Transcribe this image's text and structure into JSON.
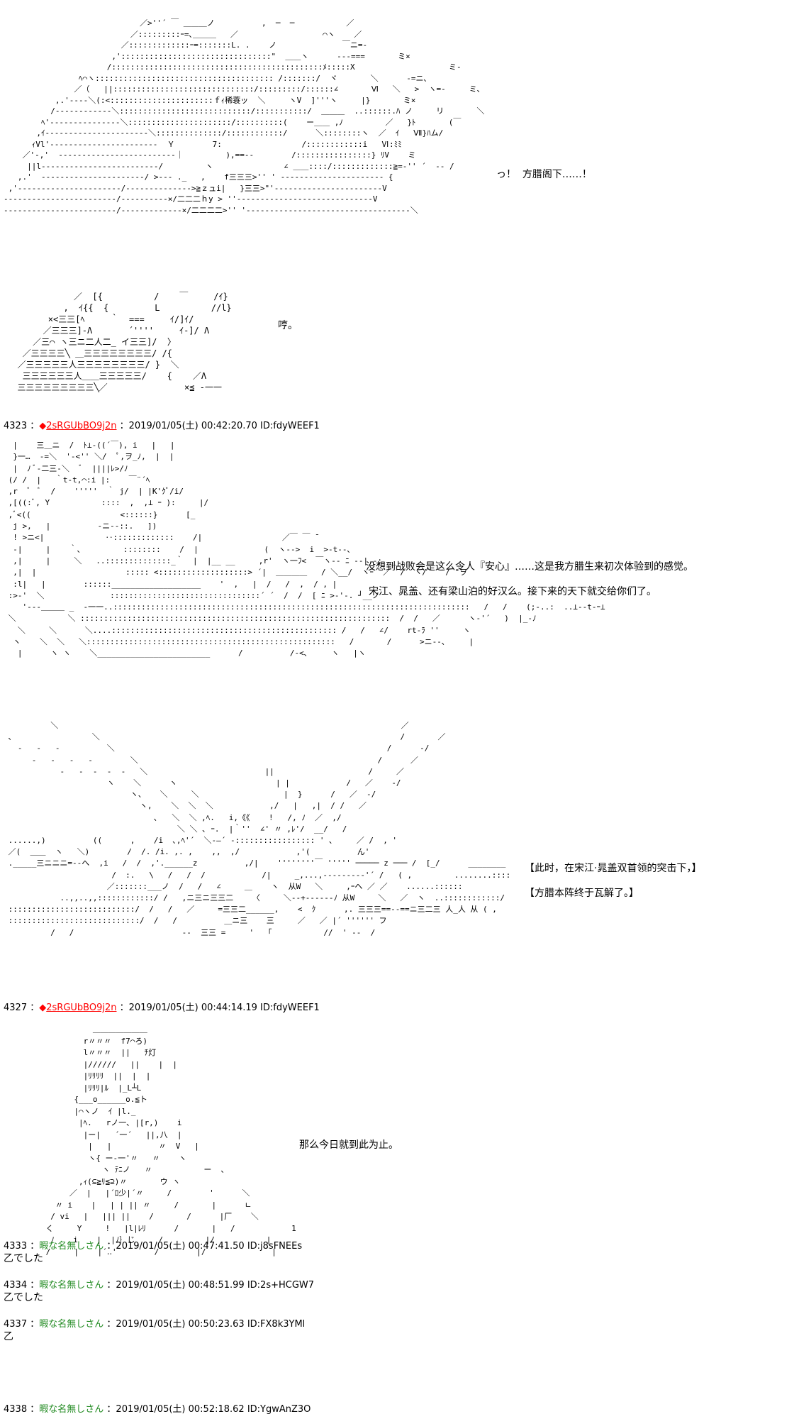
{
  "panel1": {
    "art": "                             ／>''´ ￣ ＿＿＿ノ          ,  ─  ─           ／\n                           ／:::::::::ｰ=､＿＿＿   ／                  ⌒ヽ    ／\n                         ／:::::::::::::ｰ=:::::::L. .    ノ              ￣ニ=-\n                       ,'::::::::::::::::::::::::::::::::\"  ＿＿ヽ      ---===       ミ×\n                      /:::::::::::::::::::::::::::::::::::::::::::::ﾒ:::::X                    ミ-\n                ﾍ⌒ヽ:::::::::::::::::::::::::::::::::::::: /:::::::/  ヾ       ＼      -=ニ､\n               ／（   ||::::::::::::::::::::::::::::::/:::::::::/::::::∠       Ⅵ   ＼   >  ヽ=-     ミ､\n           ,.'----＼(:<::::::::::::::::::::::ｆｨ稀蓑ッ  ＼     ヽV  ]'''ヽ     |}       ミ×\n          /------------＼::::::::::::::::::::::::::::/:::::::::::/  ＿＿＿  ..::::::.ﾊ ノ     リ       ＼\n        ﾍ'---------------＼::::::::::::::::::::::/::::::::::(    ー＿＿ ,ﾉ         ／   }ﾄ       (￣\n       ,ｲ----------------------＼::::::::::::::/::::::::::::/      ＼::::::::ヽ  ／  ｲ   Ⅶ}ﾊム/\n      ｨVl'-----------------------  Ｙ        7:                 /::::::::::::i   Ⅵ:ﾐﾐ\n    ／'-,'  -------------------------｜         ),==--        /::::::::::::::::} ﾘV    ミ\n     ||l-------------------------/         ヽ               ∠ ＿＿::::/:::::::::::::≧=-'' ´  -- /\n   ,.'  ----------------------/ >--- ._   ,    f三三三>'' ' ---------------------- {\n ,'----------------------/-------------->≧ｚュi|   }三三>\"'-----------------------V\n------------------------/----------×/二二二ｈy > ''-----------------------------V\n------------------------/-------------×/二二二二>'' '-----------------------------------＼",
    "dialog": "っ！  方腊阁下……！"
  },
  "panel2": {
    "art": "             ／  [{          /    ￣     /ｲ}\n           ,  ｲ{{  {         L          //l}\n        ×<三三[ﾍ     ｀  ===     ｲ/]ｲ/\n       ／三三三]-Λ       ´''''     ｲ-]/ Λ\n     ／三⌒ ヽ三ニ二人二_ イ三三]/  〉\n   ／三三三三╲ ＿三三三三三三三三/ /{\n  ／三三三三三人三三三三三三三三/ }  ＼\n   三三三三三三人＿＿三三三三三/    {    ／Λ\n  三三三三三三三三三╲／               ×≦ -一一",
    "dialog": "哼。"
  },
  "post4323": {
    "num": "4323",
    "mark": "◆",
    "trip": "2sRGUbBO9j2n",
    "sep": "：",
    "date": "2019/01/05(土) 00:42:20.70",
    "id": "ID:fdyWEEF1"
  },
  "panel3": {
    "art": "  |    三＿ニ  /  ﾄ⊥-((´￣), i   |   |\n  }一…  -=＼  '-<'' ＼/  ﾟ,ヲ_ﾉ,  |  |\n  |  ﾉ ﾞ-二三-＼  ﾞ  ||||ﾚ>/ﾉ\n (/ /  |   ｀t-t,⌒:i |:    ￣¨´ﾍ\n ,r  ﾞ  ﾞ  /    '''''  ｀ j/  | |K'ｸﾞ/i/\n ,[((:ﾞ, Y           ::::  ,  ,⊥ ｰ ):     |/\n ,ﾞ<((                   <::::::}      [_\n  j >,   |          -ニ--::.   ])\n  ! >ニ<|             ‥:::::::::::::    /|                 ／￣ ￣ ̄\n  -|     |    ｀､         ::::::::    /  |              (  ヽ-->  i  >-t--､\n  ,|     |     ＼   ..::::::::::::::_｀  |  |__ __     ,r'  ヽ一ﾌ<  ￣ヽ-- ﾆ --| -;  _\n  ,|  |                   ::::: <:::::::::::::::::::> ´|  ＿＿＿＿   / ＼__/  ヽｰ  ／  /  ヽ/    / \"ヲ\n  :l|   |        ::::::___________________    '  ,   |  /   /  ,  / , |\n :>-'  ＼              ::::::::::::::::::::::::::::::::´ ´  /  /  [ ﾆ >-'-. ┘__ノ\n    '---＿＿＿ _  -一一..::::::::::::::::::::::::::::::::::::::::::::::::::::::::::::::::::::::::::::   /   /    (;-..:  ..⊥--t-ｰ⊥\n ＼           ＼ ::::::::::::::::::::::::::::::::::::::::::::::::::::::::::::::::::  /  /   ／      ヽ-'´   )  |_-ﾉ\n   ＼     ＼      ＼....:::::::::::::::::::::::::::::::::::::::::::::::: /   /   ∠/    rt-ﾗ ''     ヽ\n  ヽ    ＼  ＼   ＼:::::::::::::::::::::::::::::::::::::::::::::::::::::   /       /      >ニ--､     |\n   |      ヽ ヽ    ＼________________________      /          /-<､     ヽ   |ヽ",
    "dialog1": "没想到战败会是这么令人『安心』……这是我方腊生来初次体验到的感觉。",
    "dialog2": "宋江、晁盖、还有梁山泊的好汉么。接下来的天下就交给你们了。"
  },
  "panel4": {
    "art": "          ＼                                                                         ／\n ､                 ＼                                                                /       ／\n   -   -   -          ＼                                                          /      -/\n      -   -   -   -        ＼                                                   /      ／\n            -   -  -  -  -   ＼                         ||                    /     ／\n                      ヽ    ＼      ヽ                     | |            /   ／    -/\n                           ヽ、   ＼     ＼                  |  }      /   ／  -/\n                             ヽ,    ＼  ＼  ＼            ,/   |   ,|  / /   ／\n                                ､   ＼  ＼ ,ﾍ.   i,《《    !   /, ﾉ  ／  ,/\n                                     ＼ ＼ ､ ｰ.  |｀''  ∠' 〃 ,ﾚ'/  __/   /\n ......,)          ((      ,    /i  ､,ﾍ'´  ＼-―´ -::::::::::::::::: ' ､     ／ /  , '\n ／(  ＿＿  ヽ   ＼)        /  /. /i. ,. ,    ,,  ,/            ,'(          ん'\n ._____三ニニニ=--へ  ,i   /  /  ,'.______z          ,/|    ''''''''￣ ''''' ───── z ─── /  [_/      ________\n                       /  :.   \\   /   /  /            /|     _,...,---------'´ /   ( ,         ........::::\n                      ／:::::::___ノ  /   /   ∠     ＿    ヽ  从W   ＼     ,ｰヘ ／ ／    ......::::::\n            ..,,..,,::::::::::::/ /   ,ニ三ニ三三二    〈     ＼--+------ﾉ 从W     ＼   ／  ヽ  ..::::::::::::/\n :::::::::::::::::::::::::::/  /   /   ／     =三三二______,    <  ｸ      ,. 三三三==--==ニ三二三 人_人 从 ( ,\n ::::::::::::::::::::::::::::/  /   /          ＿ニ三    三     ／   ／ |´ '''''' フ\n          /   /                       --  三三 =     '   ｢           //  ' --  /",
    "dialog1": "【此时，在宋江·晁盖双首领的突击下，】",
    "dialog2": "【方腊本阵终于瓦解了。】"
  },
  "post4327": {
    "num": "4327",
    "mark": "◆",
    "trip": "2sRGUbBO9j2n",
    "sep": "：",
    "date": "2019/01/05(土) 00:44:14.19",
    "id": "ID:fdyWEEF1"
  },
  "panel5": {
    "art": "                   ＿＿＿＿＿＿＿\n                 r〃〃〃  f7⌒ろ)\n                 l〃〃〃  ||   ﾁ灯\n                 |//////   ||    |  |\n                 |ﾘﾘﾘﾘ  ||  |  |\n                 |ﾘﾘﾘ|ﾙ  |_L┴L\n               {___o______o.≦ト\n               |⌒ヽノ  ｲ |l._\n                |ﾍ.   rノ一､ |[r,)    i\n                 |ー|   ´一´   ||,八  |\n                  |   |          〃  V   |\n                  ヽ{ ー-一'〃   〃    ヽ\n                     ヽ ﾃﾆノ   〃           ー  ､\n                ,ｨ(⊆≧ﾘ≦⊇)〃       ウ ヽ\n              ／  |   |´ﾛ少|´〃     /        '      ＼\n           〃 i    |   | | || 〃     /       |      ㄴ\n          / vi   |   ||| ||    /       /      |厂    ＼\n         く     Y     !   |l|ﾚﾘ      /       |   /            1\n          ﾉ    i    |  |ﾉ｝じ     /         |/           |\n         /     |    |´‥'        /        |/              |",
    "dialog": "那么今日就到此为止。"
  },
  "replies": [
    {
      "num": "4333",
      "sep": "：",
      "name": "暇な名無しさん",
      "date": "2019/01/05(土) 00:47:41.50",
      "id": "ID:j8sFNEEs",
      "body": "乙でした"
    },
    {
      "num": "4334",
      "sep": "：",
      "name": "暇な名無しさん",
      "date": "2019/01/05(土) 00:48:51.99",
      "id": "ID:2s+HCGW7",
      "body": "乙でした"
    },
    {
      "num": "4337",
      "sep": "：",
      "name": "暇な名無しさん",
      "date": "2019/01/05(土) 00:50:23.63",
      "id": "ID:FX8k3YMl",
      "body": "乙"
    },
    {
      "num": "4338",
      "sep": "：",
      "name": "暇な名無しさん",
      "date": "2019/01/05(土) 00:52:18.62",
      "id": "ID:YgwAnZ3O",
      "body": ""
    }
  ]
}
